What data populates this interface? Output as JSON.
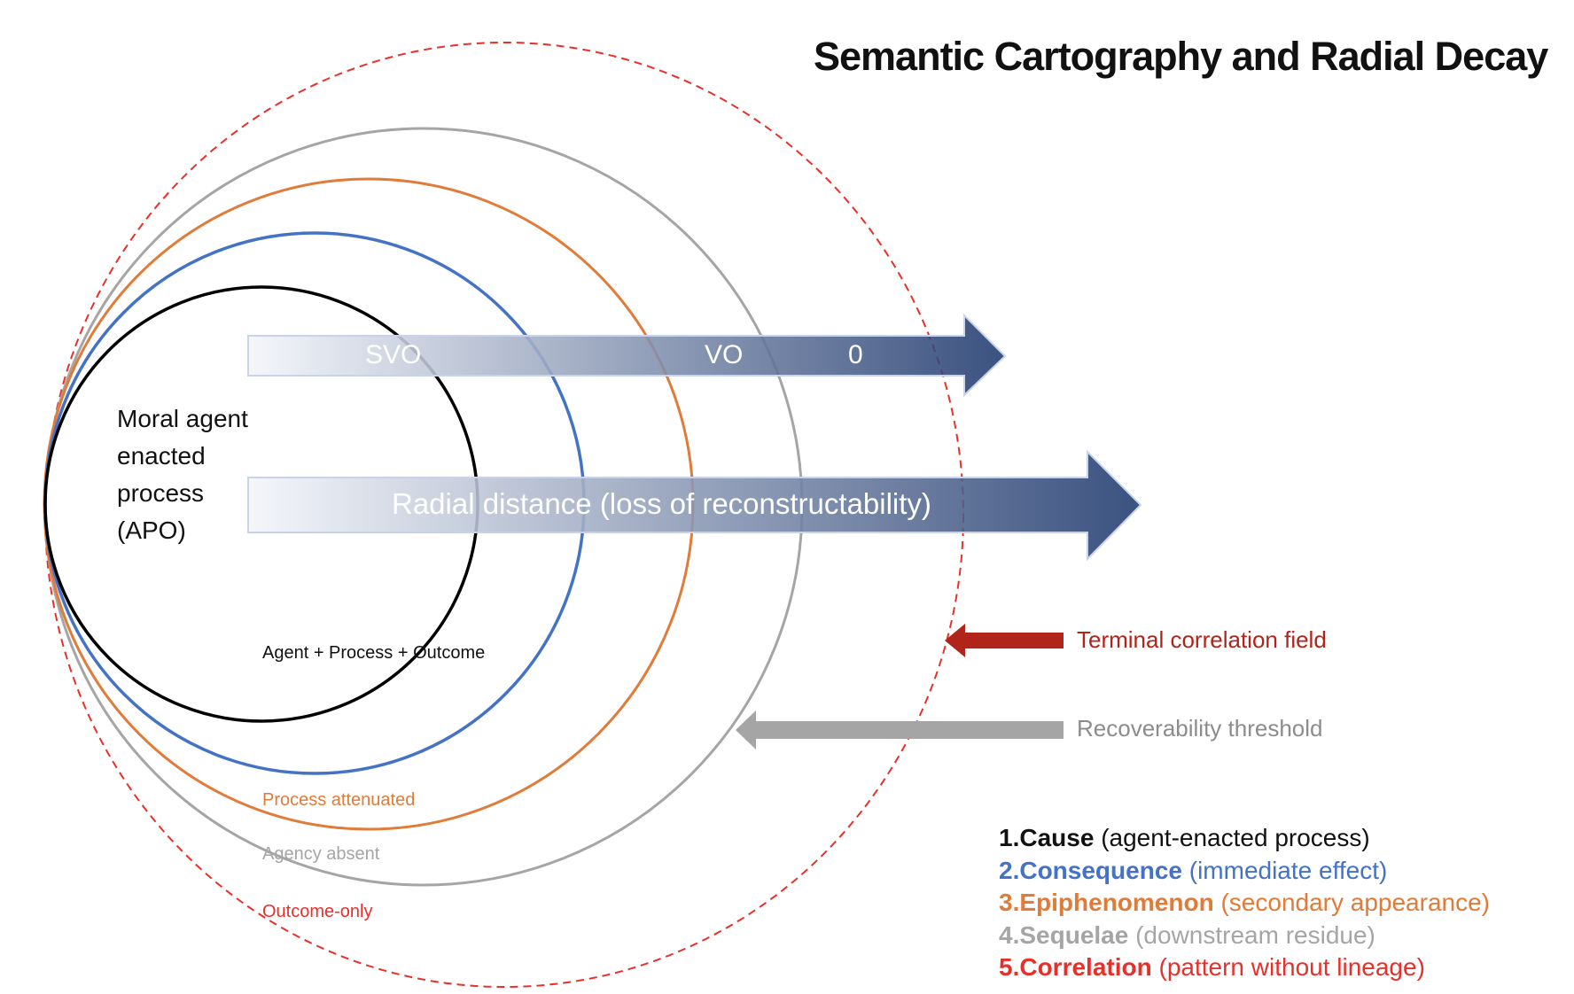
{
  "title": "Semantic Cartography and Radial Decay",
  "core": {
    "label": "Moral agent enacted process (APO)",
    "lines": [
      "Moral agent",
      "enacted",
      "process",
      "(APO)"
    ],
    "inner_label": "Agent + Process + Outcome"
  },
  "rings": [
    {
      "id": "cause",
      "color": "#000000",
      "style": "solid",
      "label": ""
    },
    {
      "id": "consequence",
      "color": "#4472C4",
      "style": "solid",
      "label": ""
    },
    {
      "id": "epiphenomenon",
      "color": "#E07B39",
      "style": "solid",
      "label": "Process attenuated"
    },
    {
      "id": "sequelae",
      "color": "#A5A5A5",
      "style": "solid",
      "label": "Agency absent"
    },
    {
      "id": "correlation",
      "color": "#E8302A",
      "style": "dashed",
      "label": "Outcome-only"
    }
  ],
  "arrows": {
    "syntax": {
      "labels": [
        "SVO",
        "VO",
        "0"
      ]
    },
    "radial": {
      "label": "Radial distance (loss of reconstructability)"
    },
    "gradient_start": "#F3F5FA",
    "gradient_end": "#203A6E"
  },
  "markers": [
    {
      "label": "Terminal correlation field",
      "color": "#B0241A",
      "text_color": "#B0241A"
    },
    {
      "label": "Recoverability threshold",
      "color": "#A5A5A5",
      "text_color": "#8C8C8C"
    }
  ],
  "legend": [
    {
      "num": "1.",
      "term": "Cause",
      "desc": "(agent-enacted process)",
      "color": "#111111"
    },
    {
      "num": "2.",
      "term": "Consequence",
      "desc": "(immediate effect)",
      "color": "#4472C4"
    },
    {
      "num": "3.",
      "term": "Epiphenomenon",
      "desc": "(secondary appearance)",
      "color": "#E07B39"
    },
    {
      "num": "4.",
      "term": "Sequelae",
      "desc": "(downstream residue)",
      "color": "#A5A5A5"
    },
    {
      "num": "5.",
      "term": "Correlation",
      "desc": "(pattern without lineage)",
      "color": "#E8302A"
    }
  ]
}
